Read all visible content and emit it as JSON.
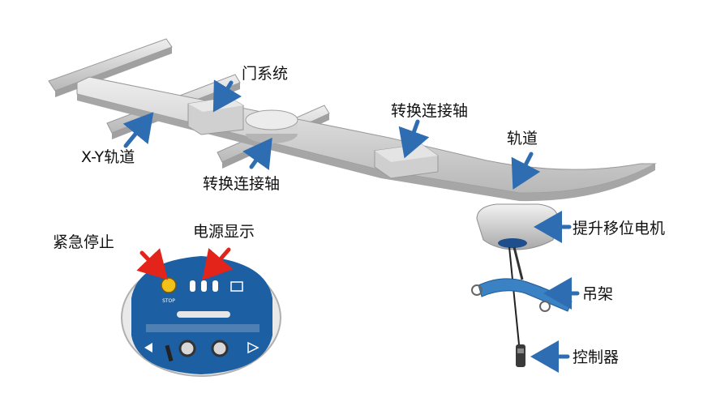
{
  "labels": {
    "door_system": "门系统",
    "xy_track": "X-Y轨道",
    "transfer_axis_left": "转换连接轴",
    "transfer_axis_right": "转换连接轴",
    "track": "轨道",
    "lift_motor": "提升移位电机",
    "sling_bar": "吊架",
    "controller": "控制器",
    "emergency_stop": "紧急停止",
    "power_display": "电源显示"
  },
  "panel": {
    "stop_text": "STOP"
  },
  "colors": {
    "arrow_blue": "#2f6db3",
    "arrow_red": "#e3241b",
    "rail_light": "#d9d9d9",
    "rail_dark": "#a9a9a9",
    "panel_blue": "#1c5fa3",
    "stop_yellow": "#f2c21b"
  },
  "icons": [
    "emergency-stop-icon",
    "power-led-icon",
    "book-icon",
    "left-arrow-icon",
    "right-arrow-icon",
    "socket-icon"
  ]
}
